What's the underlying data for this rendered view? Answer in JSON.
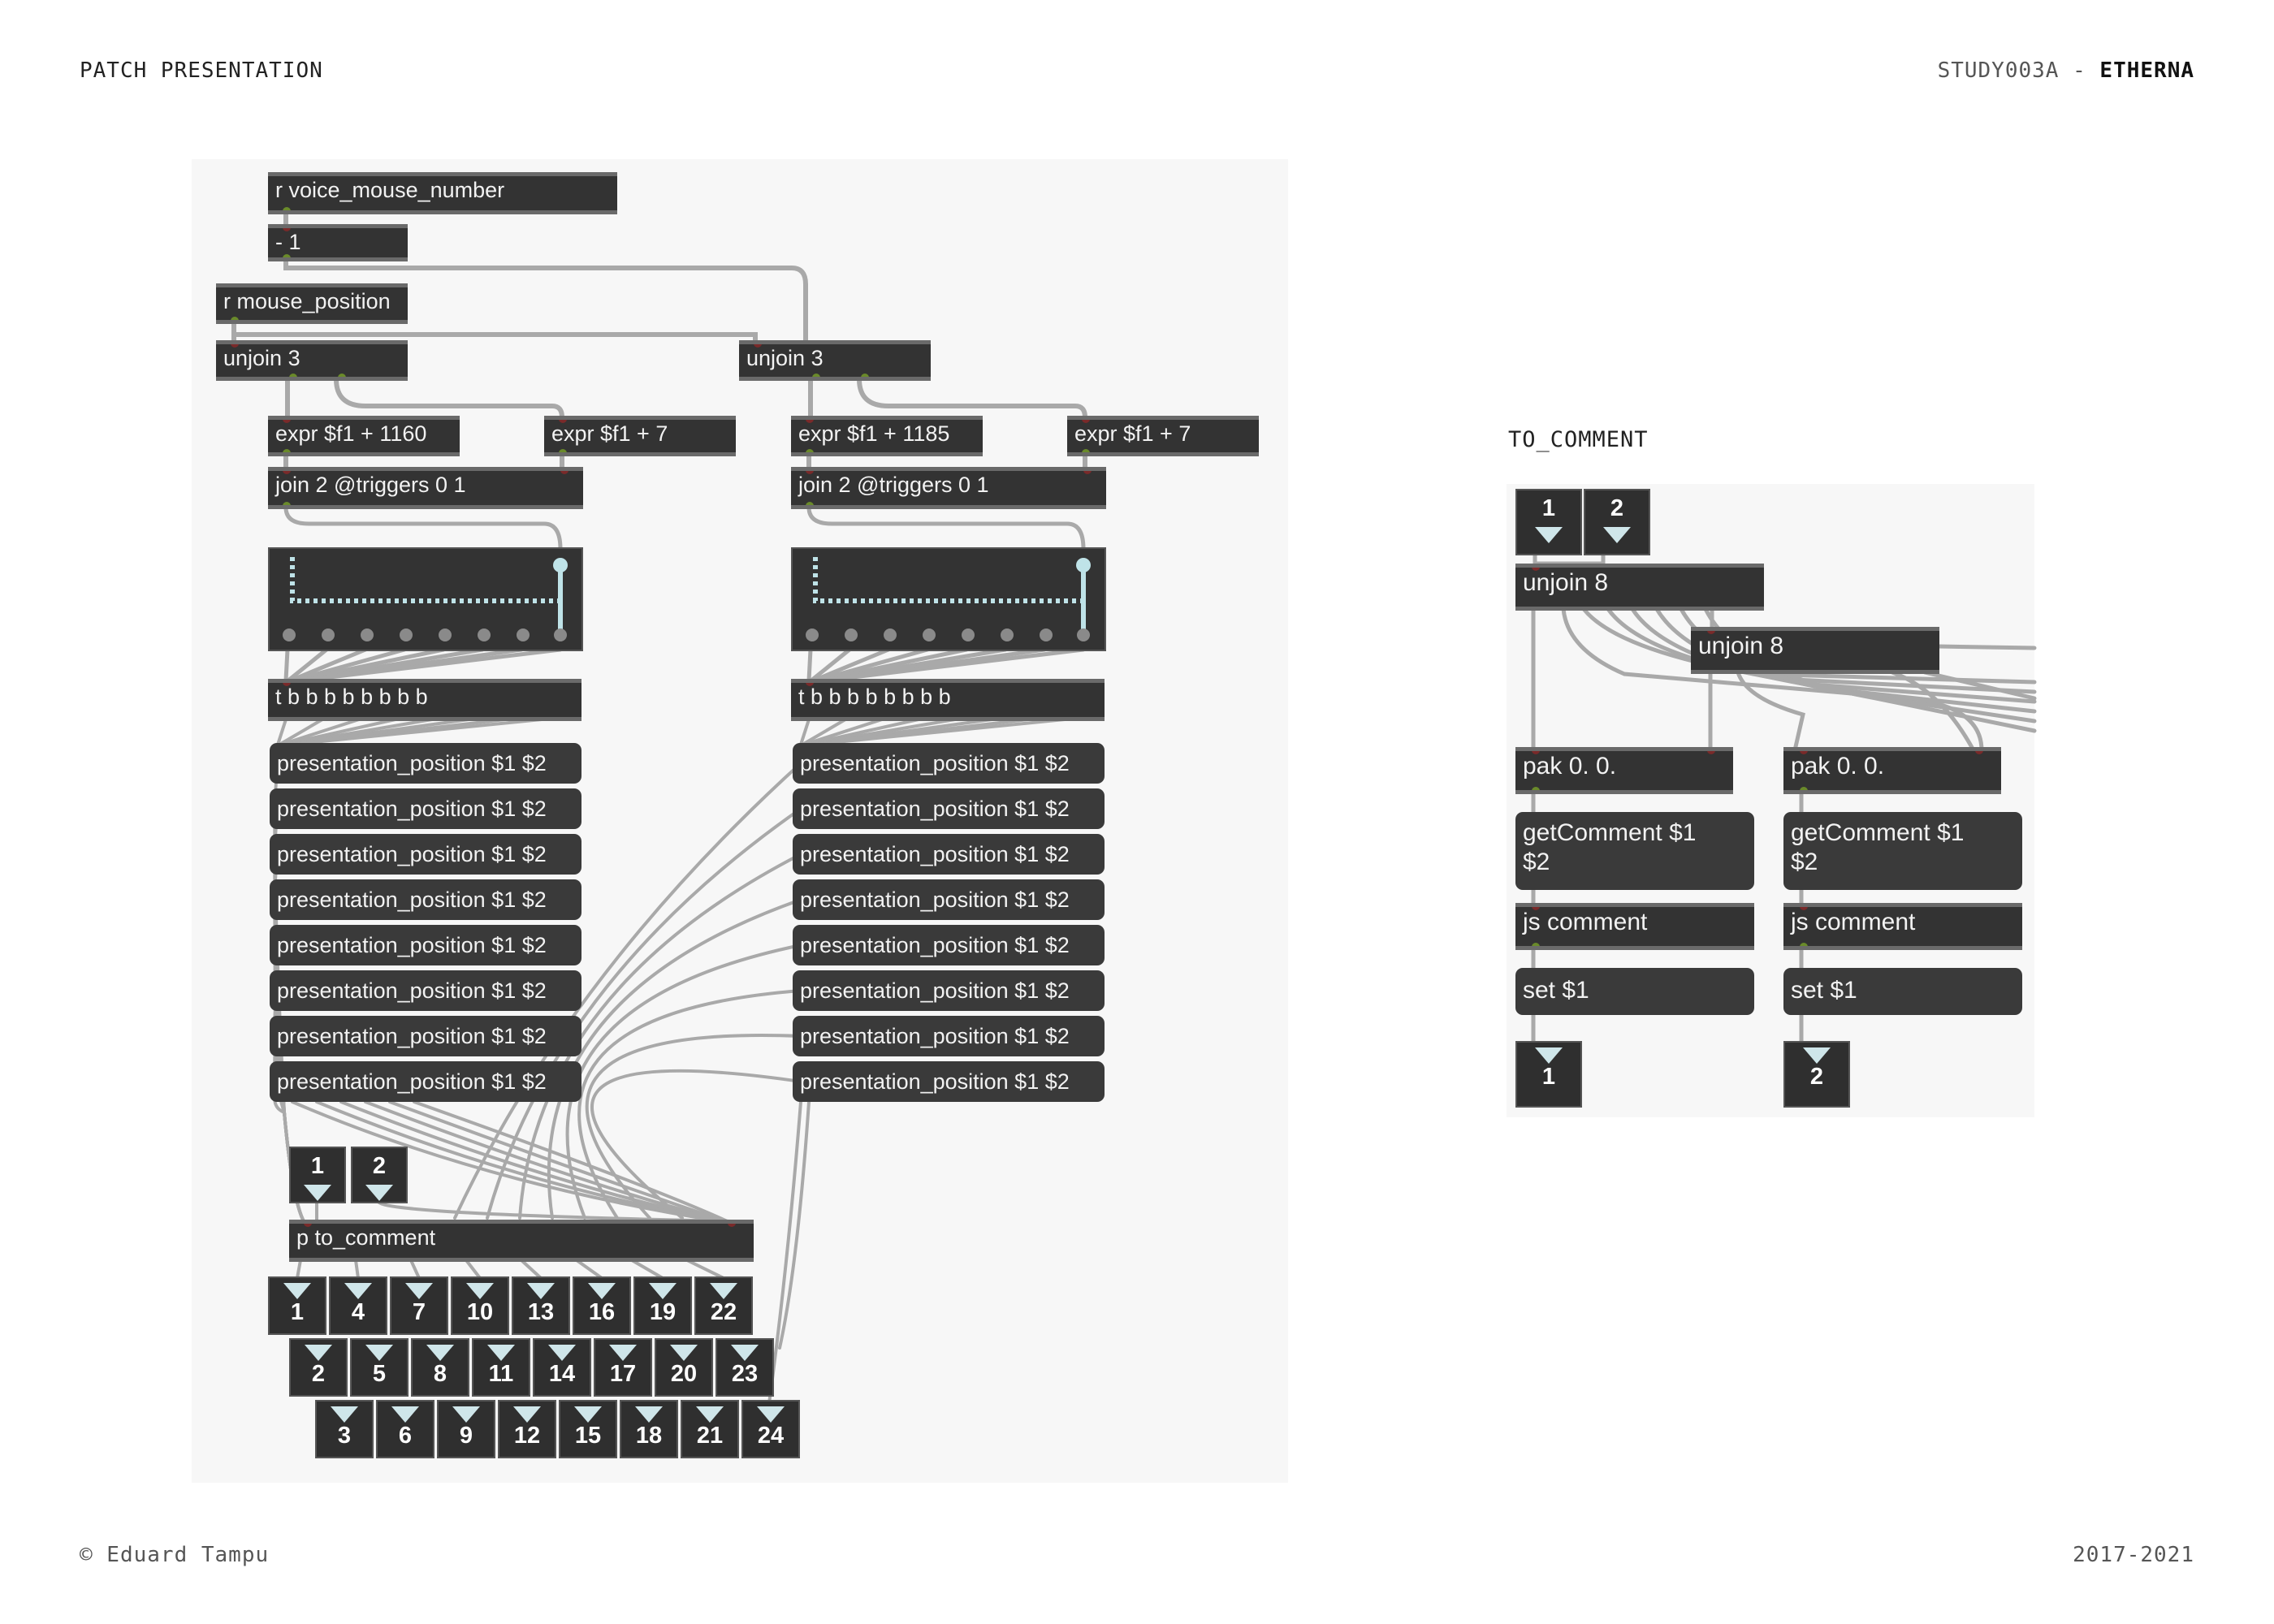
{
  "header": {
    "left_title": "PATCH PRESENTATION",
    "right_prefix": "STUDY003A",
    "right_separator": " - ",
    "right_title": "ETHERNA"
  },
  "footer": {
    "copyright": "© Eduard Tampu",
    "years": "2017-2021"
  },
  "main_patch": {
    "receive_voice": "r voice_mouse_number",
    "minus_one": "- 1",
    "receive_position": "r mouse_position",
    "unjoin_left": "unjoin 3",
    "unjoin_right": "unjoin 3",
    "expr_left_1": "expr $f1 + 1160",
    "expr_left_2": "expr $f1 + 7",
    "expr_right_1": "expr $f1 + 1185",
    "expr_right_2": "expr $f1 + 7",
    "join_left": "join 2 @triggers 0 1",
    "join_right": "join 2 @triggers 0 1",
    "trigger_left": "t b b b b b b b b",
    "trigger_right": "t b b b b b b b b",
    "presentation_message": "presentation_position $1 $2",
    "subpatcher": "p to_comment",
    "inlets": [
      "1",
      "2"
    ],
    "outlets_row1": [
      "1",
      "4",
      "7",
      "10",
      "13",
      "16",
      "19",
      "22"
    ],
    "outlets_row2": [
      "2",
      "5",
      "8",
      "11",
      "14",
      "17",
      "20",
      "23"
    ],
    "outlets_row3": [
      "3",
      "6",
      "9",
      "12",
      "15",
      "18",
      "21",
      "24"
    ]
  },
  "sub_patch": {
    "title": "TO_COMMENT",
    "inlets": [
      "1",
      "2"
    ],
    "unjoin_a": "unjoin 8",
    "unjoin_b": "unjoin 8",
    "pak": "pak 0. 0.",
    "get_comment_line1": "getComment $1",
    "get_comment_line2": "$2",
    "js": "js comment",
    "set": "set $1",
    "outlets": [
      "1",
      "2"
    ]
  },
  "colors": {
    "object_bg": "#333333",
    "wire": "#a9a9a9",
    "multislider_accent": "#bfe3e8",
    "inlet": "#7a2a2a",
    "outlet": "#6a8a2a"
  }
}
